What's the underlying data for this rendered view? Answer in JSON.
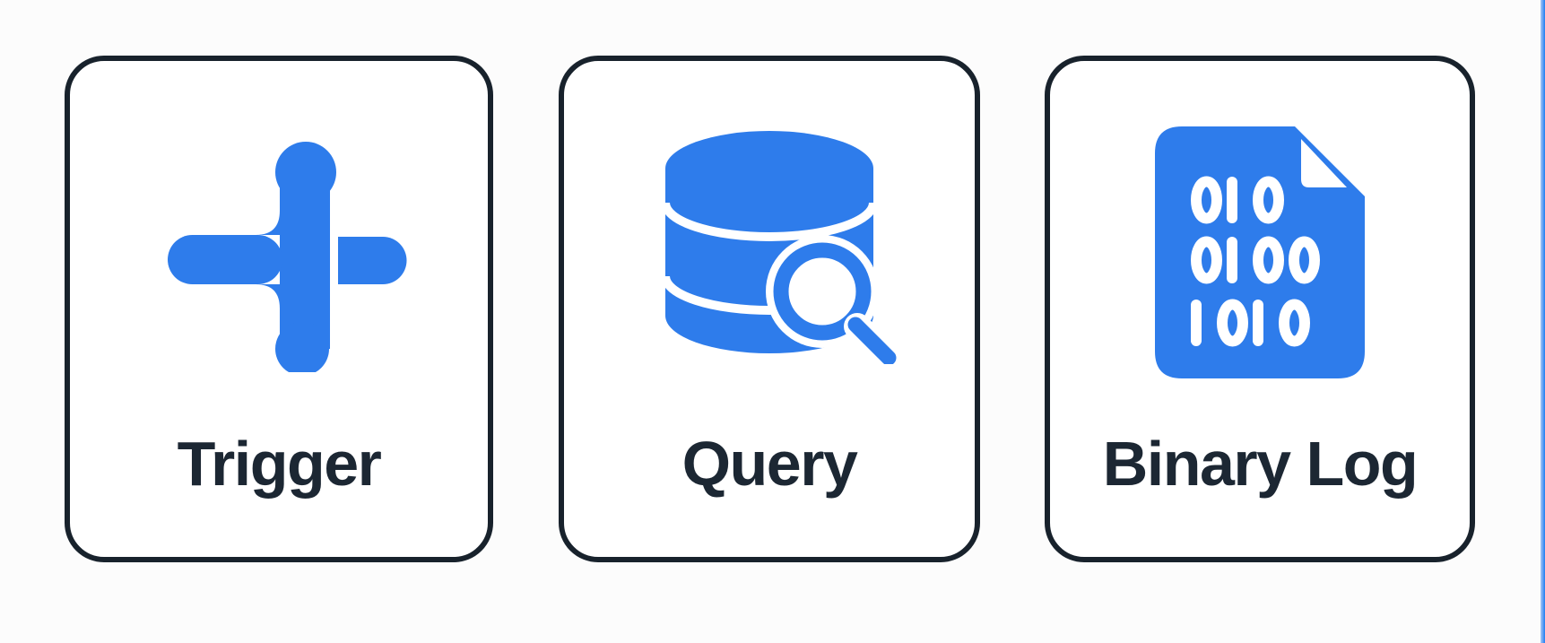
{
  "page": {
    "background_color": "#fcfcfc",
    "card_background_color": "#ffffff",
    "card_border_color": "#18222c",
    "label_text_color": "#1c2733",
    "icon_blue_color": "#2e7ceb",
    "right_edge_accent_color": "#1e7df2"
  },
  "cards": [
    {
      "id": "trigger",
      "label": "Trigger",
      "icon": "trigger-connector-icon"
    },
    {
      "id": "query",
      "label": "Query",
      "icon": "database-search-icon"
    },
    {
      "id": "binary-log",
      "label": "Binary Log",
      "icon": "binary-file-icon",
      "binary_rows": [
        "010",
        "0100",
        "1010"
      ]
    }
  ]
}
